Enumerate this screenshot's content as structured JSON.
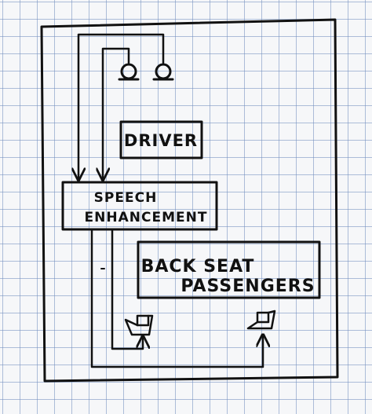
{
  "diagram": {
    "driver_label": "DRIVER",
    "speech_line1": "SPEECH",
    "speech_line2": "ENHANCEMENT",
    "backseat_line1": "BACK SEAT",
    "backseat_line2": "PASSENGERS"
  },
  "colors": {
    "ink": "#111111",
    "grid": "#6e8cbe",
    "paper": "#f6f7f9"
  }
}
